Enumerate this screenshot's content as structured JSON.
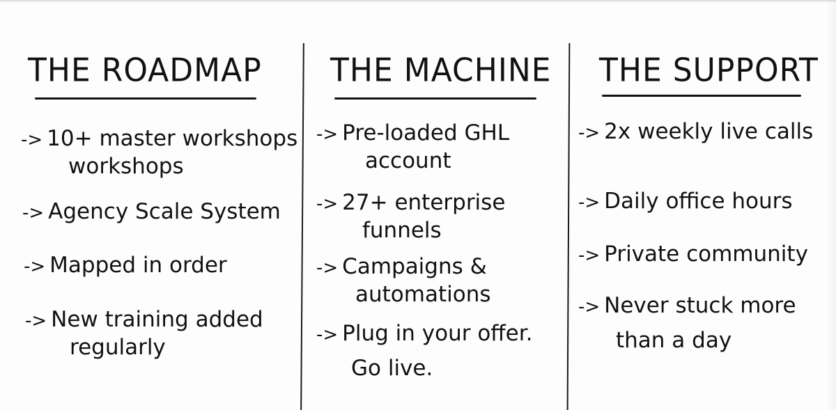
{
  "columns": [
    {
      "title": "THE ROADMAP",
      "items": [
        [
          "10+ master workshops",
          "workshops"
        ],
        [
          "Agency Scale System"
        ],
        [
          "Mapped in order"
        ],
        [
          "New training added",
          "regularly"
        ]
      ]
    },
    {
      "title": "THE MACHINE",
      "items": [
        [
          "Pre-loaded GHL",
          "account"
        ],
        [
          "27+ enterprise",
          "funnels"
        ],
        [
          "Campaigns &",
          "automations"
        ],
        [
          "Plug in your offer.",
          "Go live."
        ]
      ]
    },
    {
      "title": "THE SUPPORT",
      "items": [
        [
          "2x weekly live calls"
        ],
        [
          "Daily office hours"
        ],
        [
          "Private community"
        ],
        [
          "Never stuck more",
          "than a day"
        ]
      ]
    }
  ],
  "arrow_symbol": "->"
}
